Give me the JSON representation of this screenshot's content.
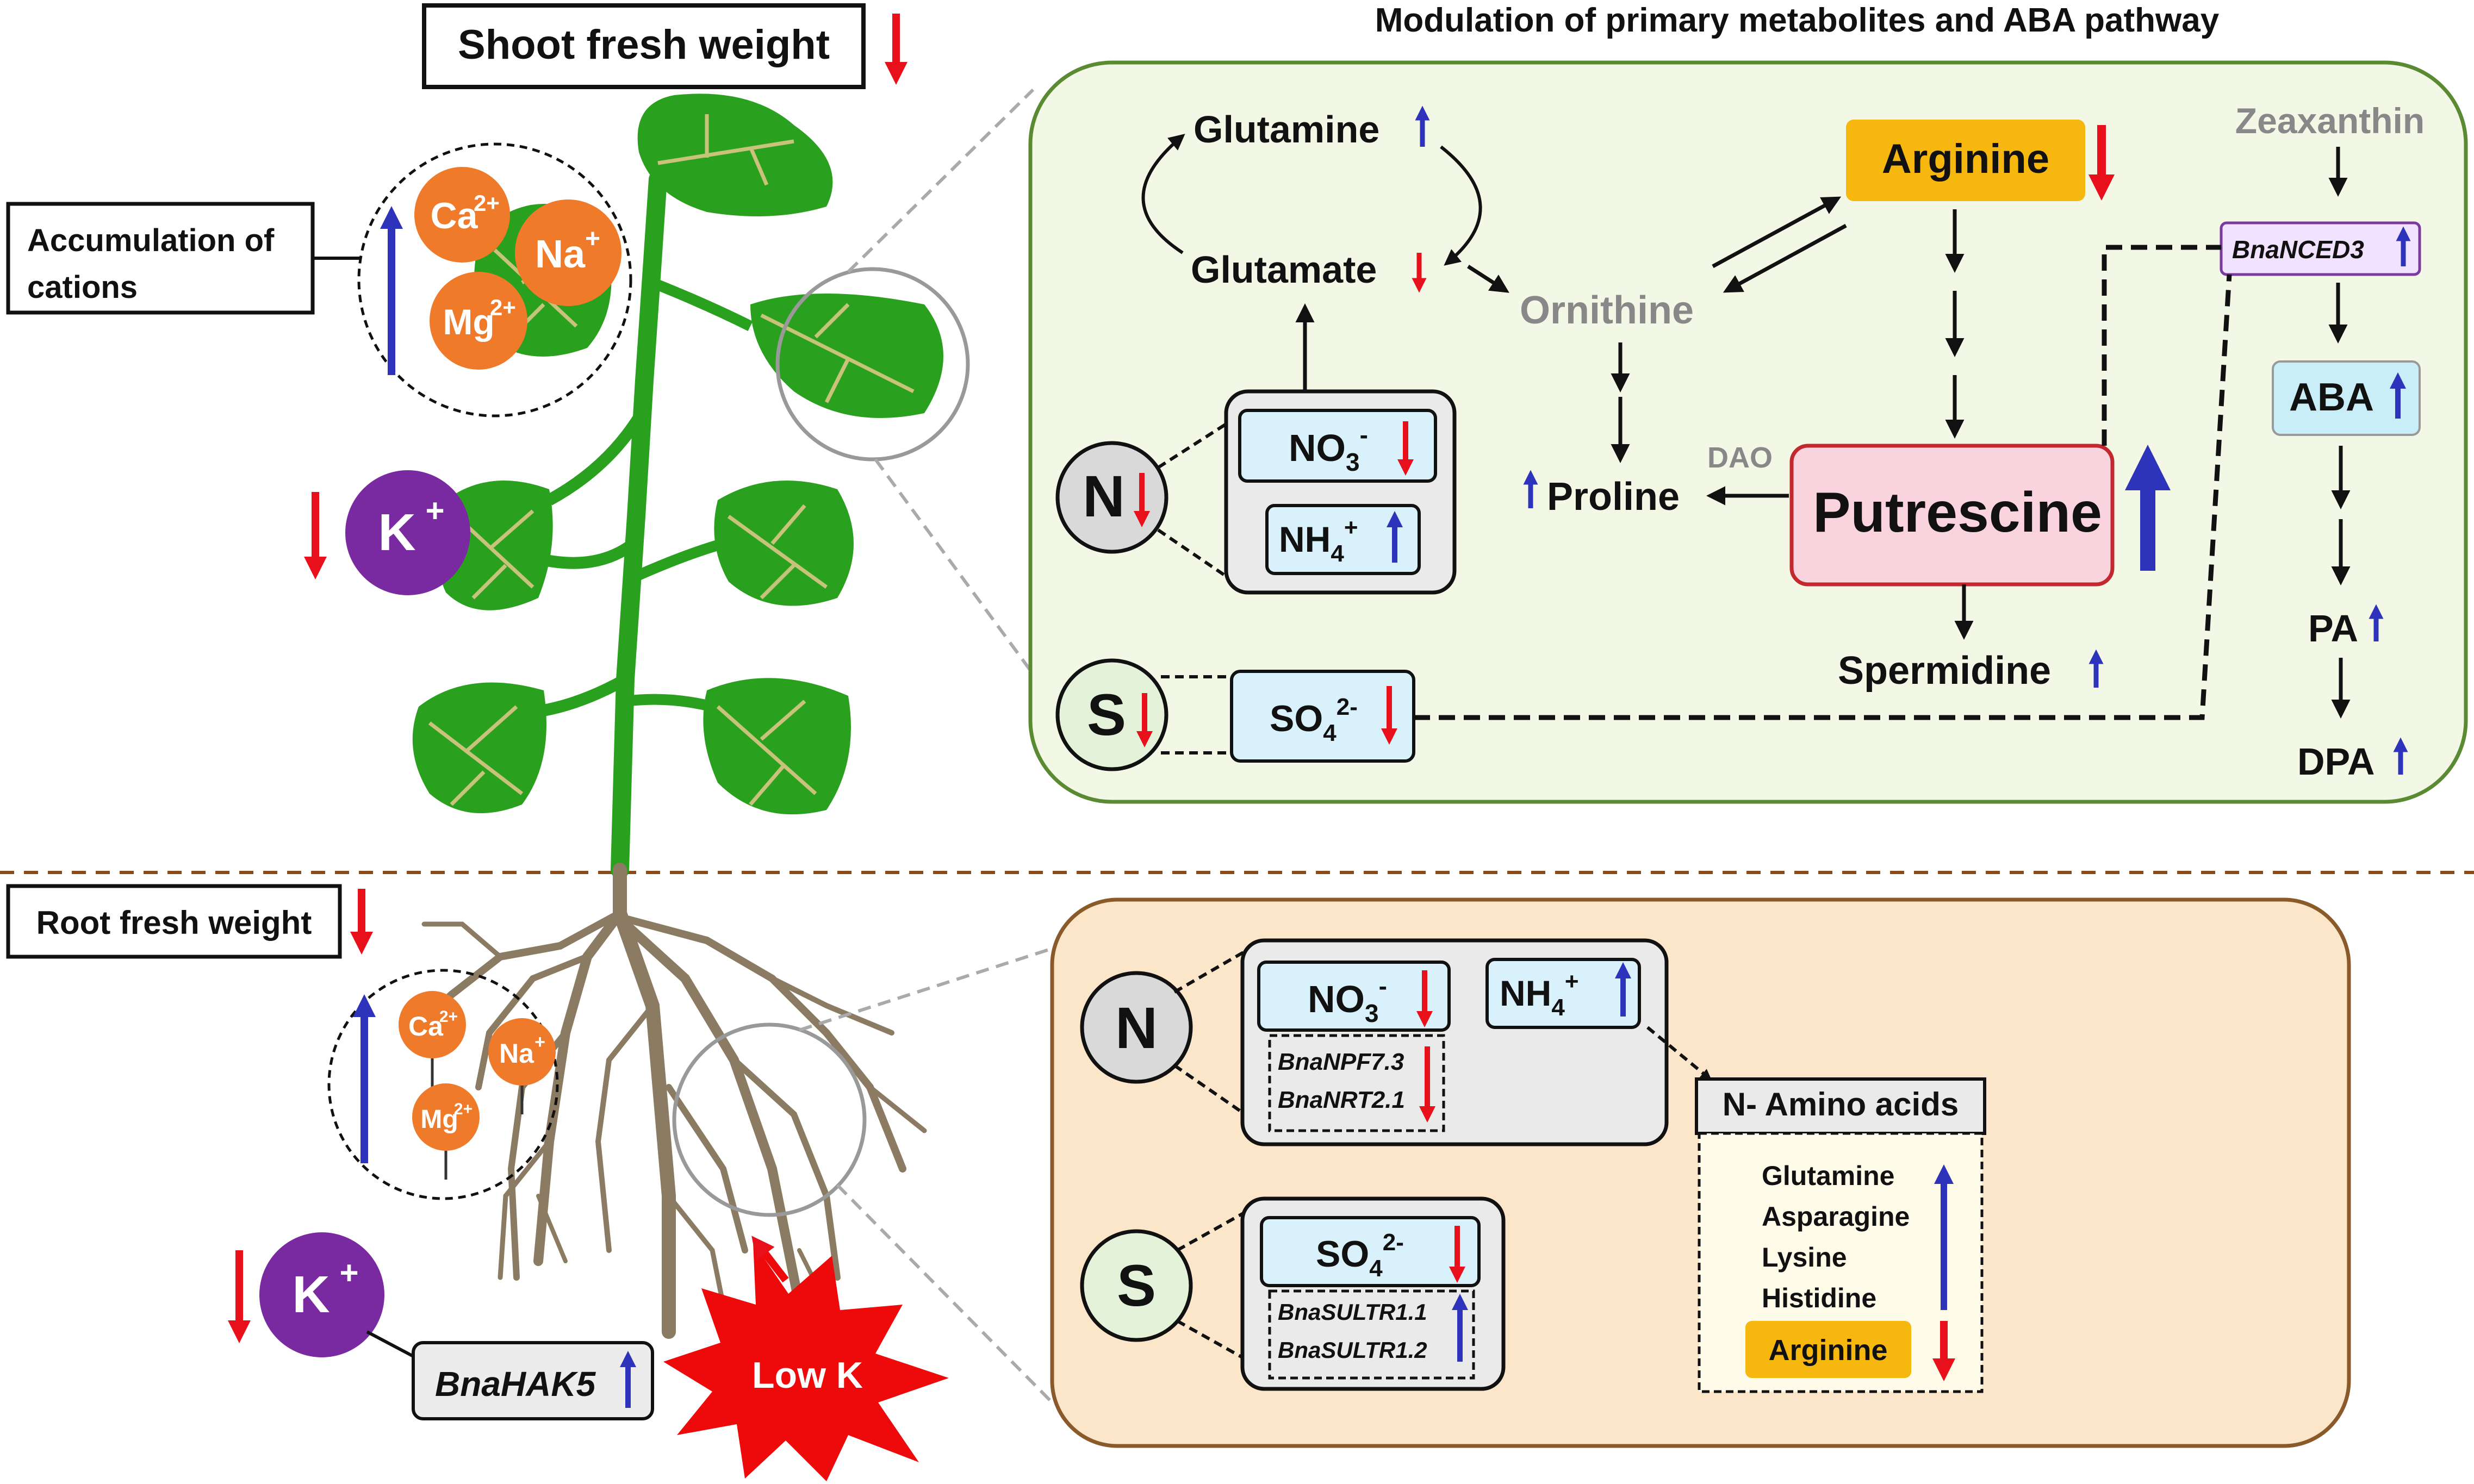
{
  "title": "Modulation of primary metabolites and ABA pathway",
  "plant": {
    "shoot_fresh_weight": "Shoot fresh weight",
    "root_fresh_weight": "Root fresh weight",
    "accumulation_of_cations_l1": "Accumulation of",
    "accumulation_of_cations_l2": "cations",
    "potassium": "K",
    "transporter": "BnaHAK5",
    "low_k": "Low K",
    "cations": {
      "calcium": "Ca",
      "sodium": "Na",
      "magnesium": "Mg",
      "charge_two": "2+",
      "charge_one": "+"
    }
  },
  "shoot": {
    "glutamine": "Glutamine",
    "glutamate": "Glutamate",
    "ornithine": "Ornithine",
    "arginine": "Arginine",
    "proline": "Proline",
    "dao": "DAO",
    "putrescine": "Putrescine",
    "spermidine": "Spermidine",
    "zeaxanthin": "Zeaxanthin",
    "nced3": "BnaNCED3",
    "aba": "ABA",
    "pa": "PA",
    "dpa": "DPA",
    "n_label": "N",
    "s_label": "S",
    "nitrate_base": "NO",
    "nitrate_sub": "3",
    "nitrate_sup": "-",
    "ammonium_base": "NH",
    "ammonium_sub": "4",
    "ammonium_sup": "+",
    "sulfate_base": "SO",
    "sulfate_sub": "4",
    "sulfate_sup": "2-"
  },
  "root": {
    "n_label": "N",
    "s_label": "S",
    "nitrate_base": "NO",
    "nitrate_sub": "3",
    "nitrate_sup": "-",
    "ammonium_base": "NH",
    "ammonium_sub": "4",
    "ammonium_sup": "+",
    "sulfate_base": "SO",
    "sulfate_sub": "4",
    "sulfate_sup": "2-",
    "npf": "BnaNPF7.3",
    "nrt": "BnaNRT2.1",
    "sultr11": "BnaSULTR1.1",
    "sultr12": "BnaSULTR1.2",
    "amino_header": "N- Amino acids",
    "amino_up": [
      "Glutamine",
      "Asparagine",
      "Lysine",
      "Histidine"
    ],
    "amino_down": "Arginine"
  },
  "colors": {
    "up_arrow": "#2e33bb",
    "down_arrow": "#e8101a",
    "shoot_panel": "#f3f8e6",
    "shoot_border": "#5a8a32",
    "root_panel": "#fce6c9",
    "root_border": "#8a5a2a",
    "ion_box": "#d9f1fb",
    "highlight": "#f6b80f",
    "putrescine_box": "#f9d3dd",
    "putrescine_border": "#c2282e",
    "leaf": "#2aa11e",
    "root": "#8b7b62",
    "cation": "#ef7a2a",
    "potassium": "#7a2aa0",
    "starburst": "#ee0a0a"
  }
}
